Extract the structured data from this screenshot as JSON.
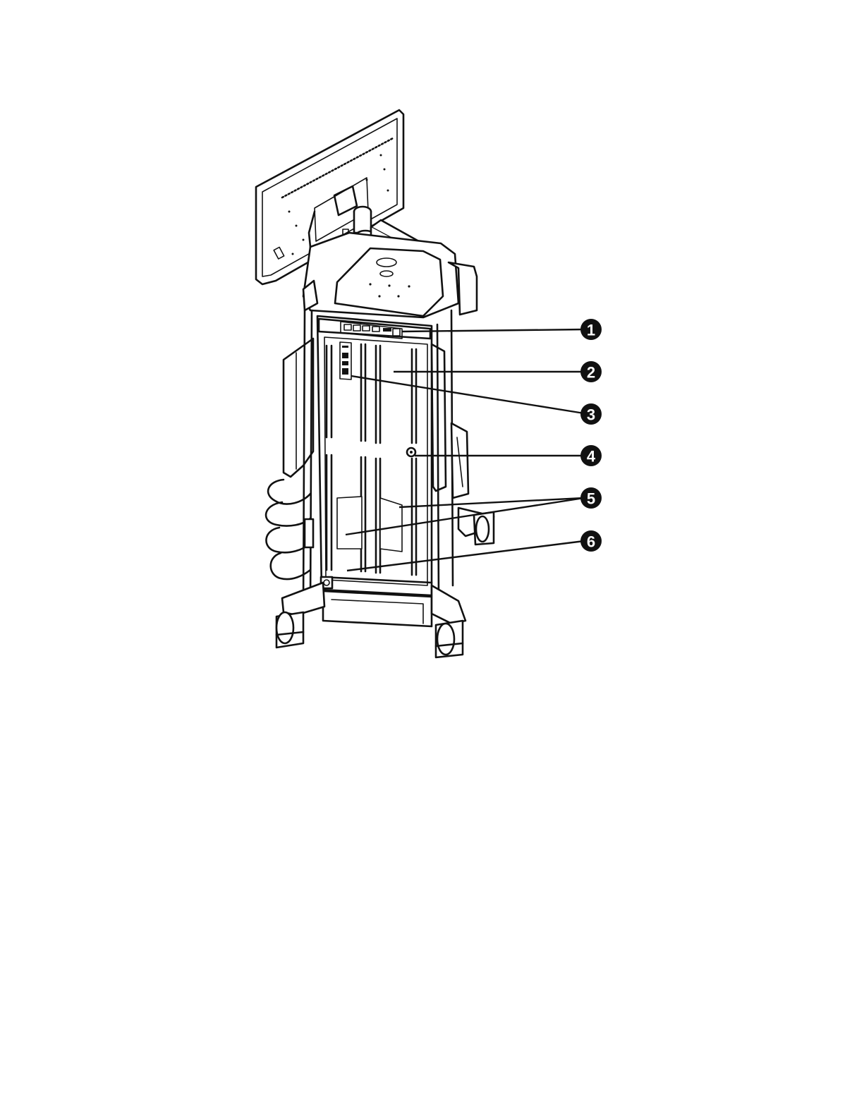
{
  "callouts": [
    {
      "number": "1"
    },
    {
      "number": "2"
    },
    {
      "number": "3"
    },
    {
      "number": "4"
    },
    {
      "number": "5"
    },
    {
      "number": "6"
    }
  ]
}
